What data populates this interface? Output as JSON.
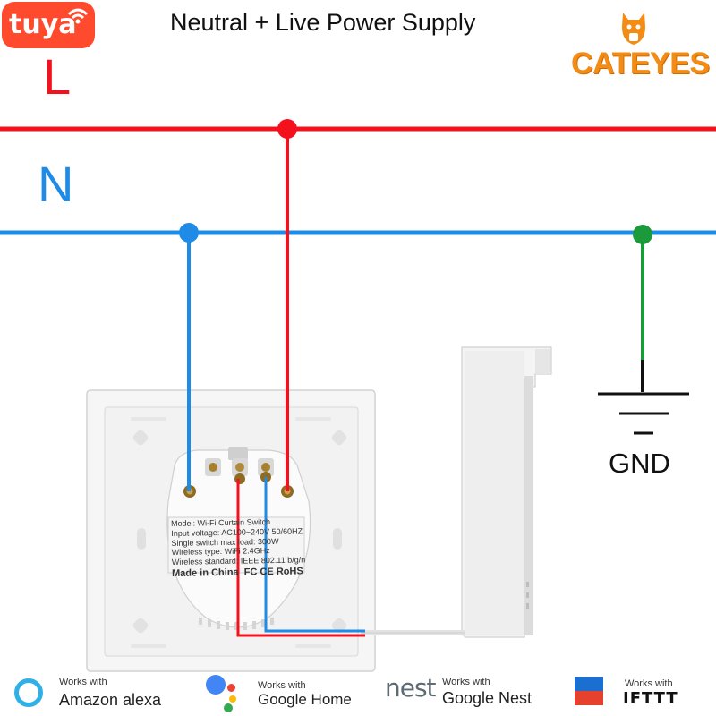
{
  "title": "Neutral + Live Power Supply",
  "tuya_logo_text": "tuya",
  "brand": "CATEYES",
  "live_label": "L",
  "neutral_label": "N",
  "ground_label": "GND",
  "colors": {
    "live": "#f5101d",
    "neutral": "#1e8ce6",
    "ground": "#1a9a3a",
    "tuya": "#ff4a2d",
    "brand": "#f28c14"
  },
  "device_label": {
    "lines": [
      "Model: Wi-Fi Curtain Switch",
      "Input voltage: AC100~240V 50/60HZ",
      "Single switch max load: 300W",
      "Wireless type: WiFi 2.4GHz",
      "Wireless standard: IEEE 802.11 b/g/n"
    ],
    "made_in": "Made in China",
    "certs": "FC CE RoHS"
  },
  "compatibility": [
    {
      "caption": "Works with",
      "name": "Amazon alexa",
      "icon": "alexa-icon"
    },
    {
      "caption": "Works with",
      "name": "Google Home",
      "icon": "google-assistant-icon"
    },
    {
      "caption": "Works with",
      "name": "Google Nest",
      "logo_text": "nest",
      "icon": "nest-icon"
    },
    {
      "caption": "Works with",
      "name": "IFTTT",
      "icon": "ifttt-icon"
    }
  ]
}
